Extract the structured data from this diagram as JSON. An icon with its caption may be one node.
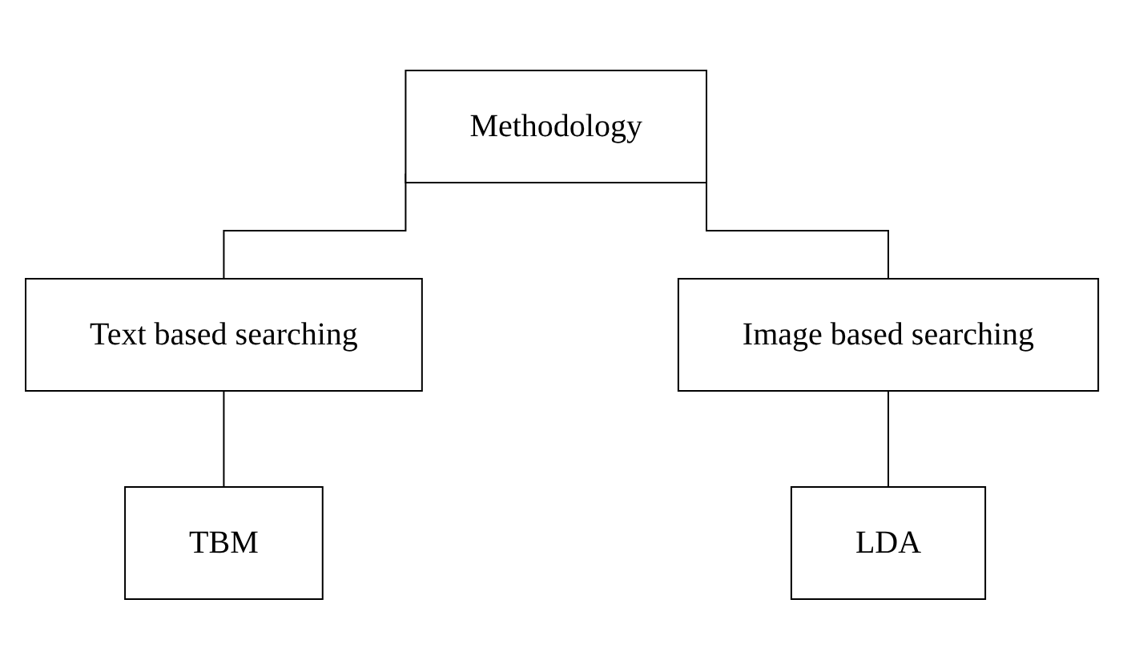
{
  "diagram": {
    "nodes": [
      {
        "text": [
          "Methodology"
        ]
      },
      {
        "text": [
          "Text based searching"
        ]
      },
      {
        "text": [
          "Image based searching"
        ]
      },
      {
        "text": [
          "TBM"
        ]
      },
      {
        "text": [
          "LDA"
        ]
      }
    ],
    "edges": [
      {
        "from": 0,
        "to": 1,
        "arrow": "none"
      },
      {
        "from": 0,
        "to": 2,
        "arrow": "none"
      },
      {
        "from": 1,
        "to": 3,
        "arrow": "none"
      },
      {
        "from": 2,
        "to": 4,
        "arrow": "none"
      }
    ]
  }
}
